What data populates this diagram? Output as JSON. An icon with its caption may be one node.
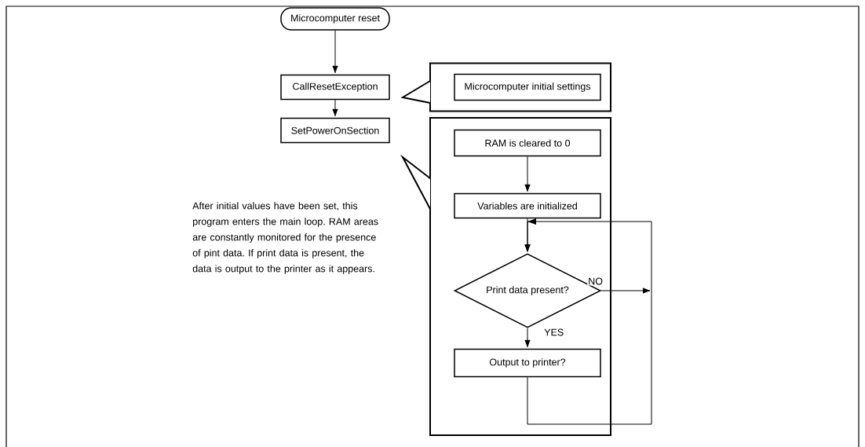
{
  "diagram": {
    "nodes": [
      {
        "text": [
          "Microcomputer reset"
        ]
      },
      {
        "text": [
          "CallResetException"
        ]
      },
      {
        "text": [
          "SetPowerOnSection"
        ]
      },
      {
        "text": [],
        "shape": "callout"
      },
      {
        "text": [
          "Microcomputer initial settings"
        ],
        "in": 3
      },
      {
        "text": [],
        "shape": "callout"
      },
      {
        "text": [
          "RAM is cleared to 0"
        ],
        "in": 5
      },
      {
        "text": [
          "Variables are initialized"
        ],
        "in": 5
      },
      {
        "text": [
          "Print data present?"
        ],
        "in": 5
      },
      {
        "text": [
          "Output to printer?"
        ],
        "in": 5
      }
    ],
    "edges": [
      {
        "from": 0,
        "to": 1,
        "arrow": "to"
      },
      {
        "from": 1,
        "to": 2,
        "arrow": "to"
      },
      {
        "from": 6,
        "to": 7,
        "arrow": "to"
      },
      {
        "from": 7,
        "to": 8,
        "arrow": "to"
      },
      {
        "from": 8,
        "to": 9,
        "arrow": "to",
        "label": "YES"
      },
      {
        "from": 8,
        "to": 8,
        "arrow": "to",
        "label": "NO"
      },
      {
        "from": 9,
        "to": 8,
        "arrow": "to"
      }
    ],
    "labels": [
      "After initial values have been set, this program enters the main loop. RAM areas are constantly monitored for the presence of pint data. If print data is present, the data is output to the printer as it appears."
    ]
  }
}
